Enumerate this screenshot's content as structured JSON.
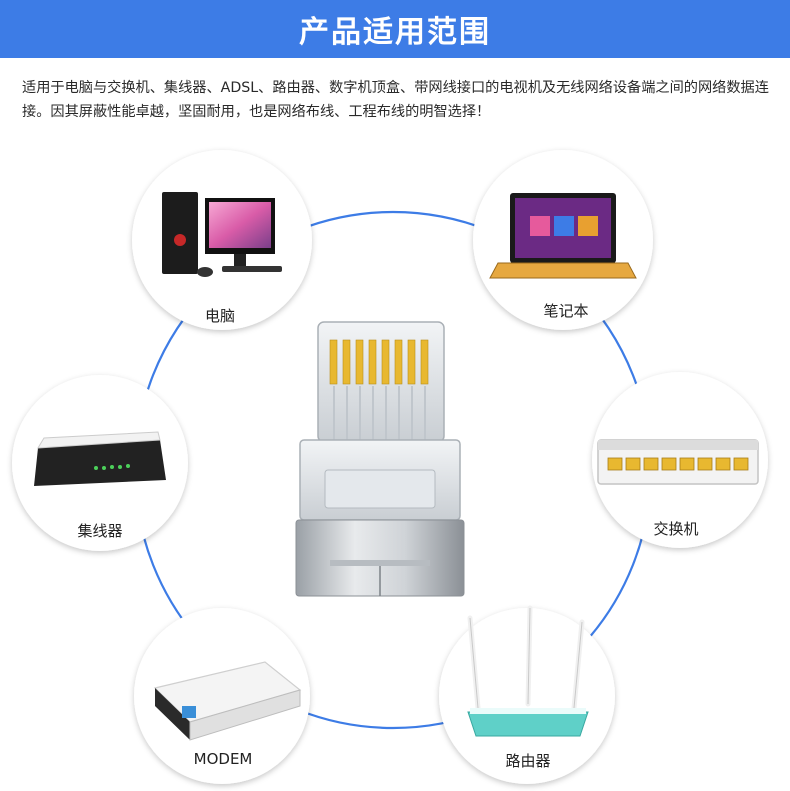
{
  "banner": {
    "title": "产品适用范围"
  },
  "description": "适用于电脑与交换机、集线器、ADSL、路由器、数字机顶盒、带网线接口的电视机及无线网络设备端之间的网络数据连接。因其屏蔽性能卓越，坚固耐用，也是网络布线、工程布线的明智选择！",
  "devices": [
    {
      "id": "computer",
      "label": "电脑"
    },
    {
      "id": "laptop",
      "label": "笔记本"
    },
    {
      "id": "hub",
      "label": "集线器"
    },
    {
      "id": "switch",
      "label": "交换机"
    },
    {
      "id": "modem",
      "label": "MODEM"
    },
    {
      "id": "router",
      "label": "路由器"
    }
  ],
  "colors": {
    "banner": "#3d7ce6",
    "ring": "#3d7ce6",
    "contacts": "#e8b830",
    "router_body": "#5fd0c8"
  }
}
